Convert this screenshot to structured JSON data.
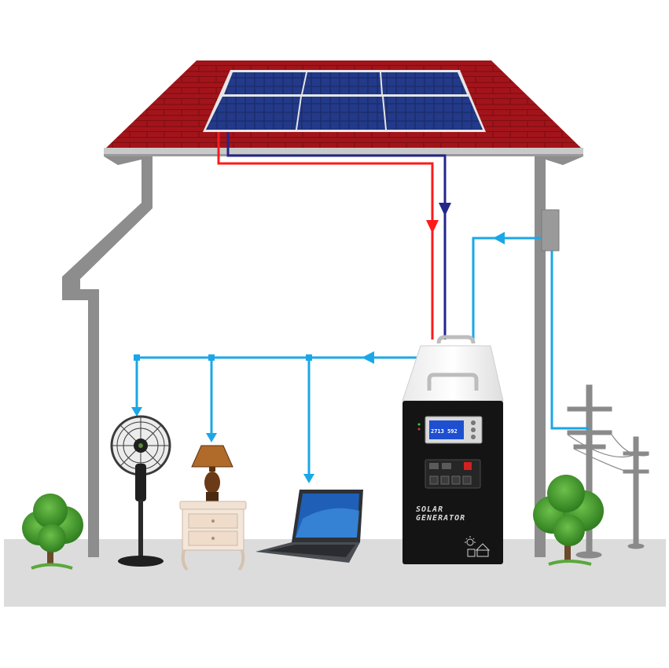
{
  "generator": {
    "brand_line1": "SOLAR",
    "brand_line2": "GENERATOR",
    "lcd_readout": "2713  592"
  },
  "colors": {
    "solar_positive": "#ff1a1a",
    "solar_negative": "#23268a",
    "ac_line": "#1aa7e8",
    "roof": "#a3141a",
    "wall": "#8d8d8d",
    "ground": "#dcdcdc"
  },
  "icons": [
    "solar-panel-icon",
    "fan-icon",
    "lamp-icon",
    "laptop-icon",
    "utility-pole-icon",
    "tree-icon",
    "house-solar-icon"
  ]
}
